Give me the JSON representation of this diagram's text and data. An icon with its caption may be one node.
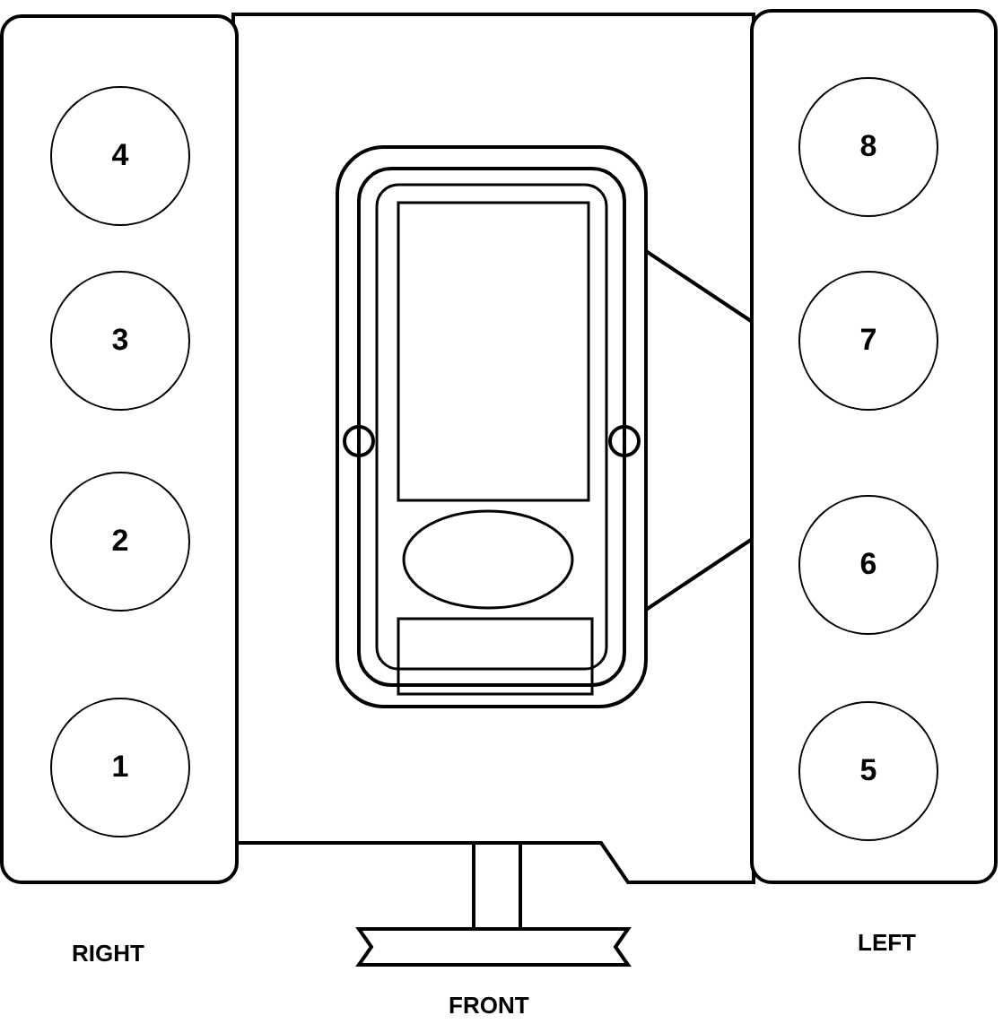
{
  "diagram": {
    "nodes": [
      {
        "text": [
          "4"
        ]
      },
      {
        "text": [
          "3"
        ]
      },
      {
        "text": [
          "2"
        ]
      },
      {
        "text": [
          "1"
        ]
      },
      {
        "text": [
          "8"
        ]
      },
      {
        "text": [
          "7"
        ]
      },
      {
        "text": [
          "6"
        ]
      },
      {
        "text": [
          "5"
        ]
      }
    ],
    "labels": [
      "RIGHT",
      "LEFT",
      "FRONT"
    ]
  }
}
